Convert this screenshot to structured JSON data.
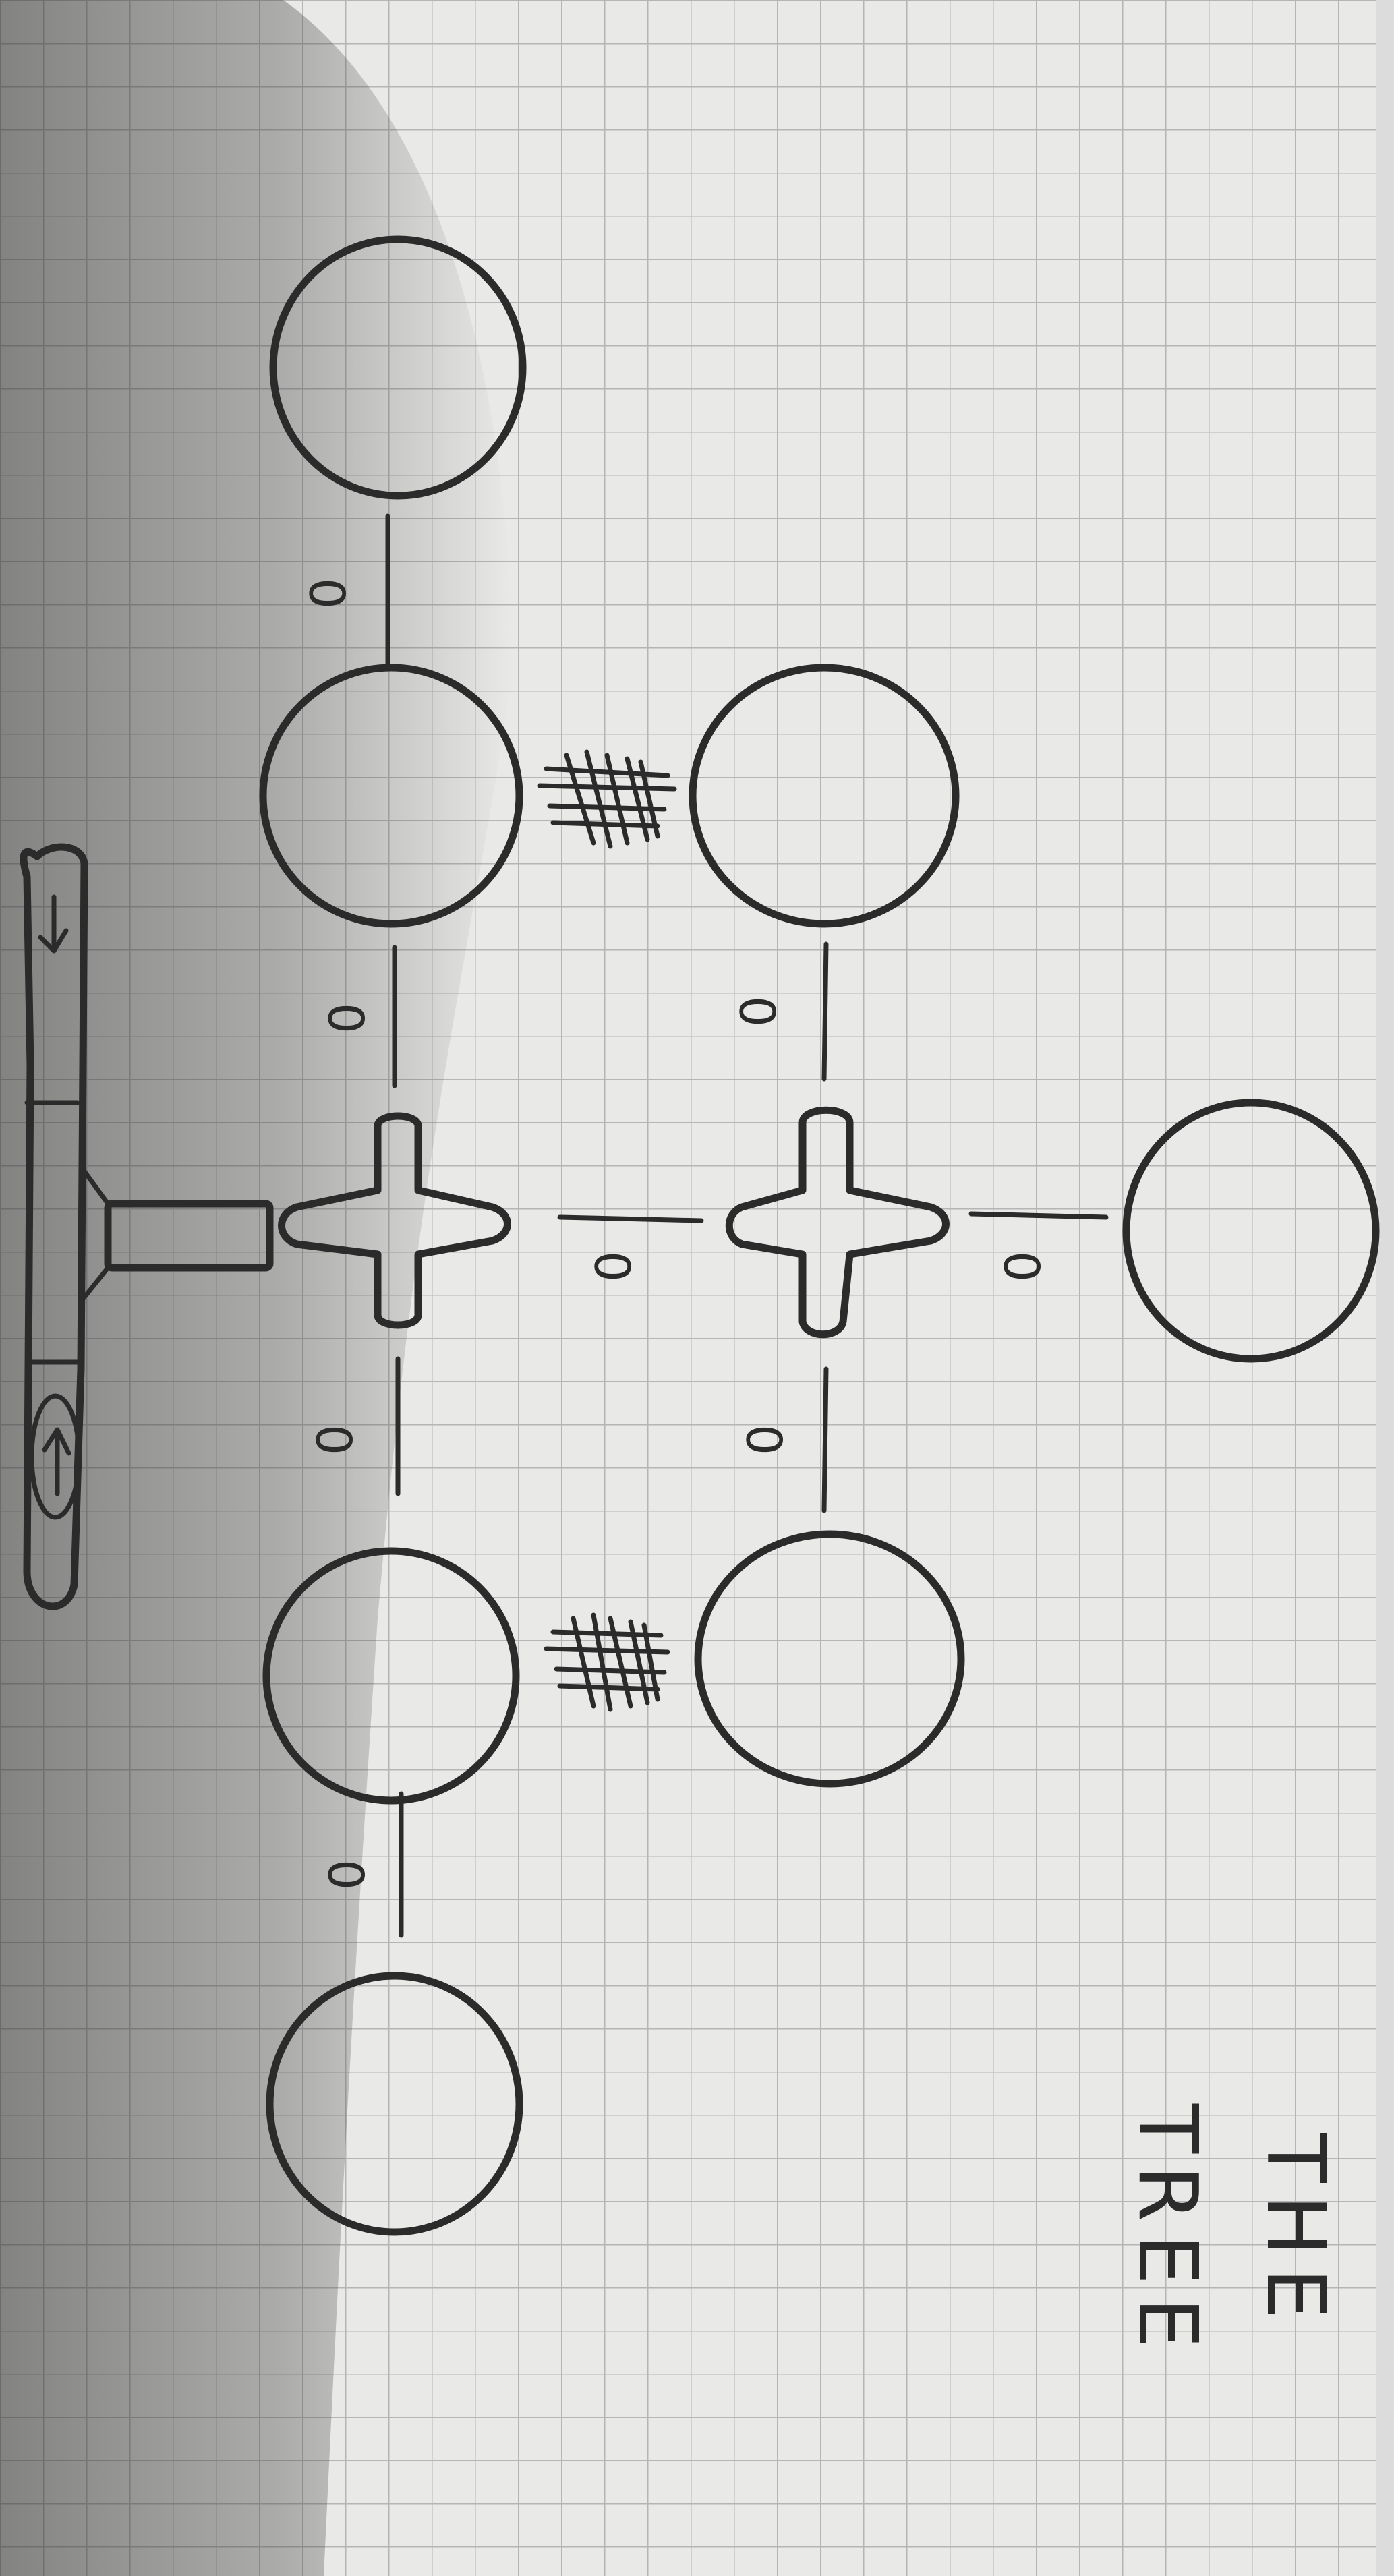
{
  "title": {
    "line1": "THE",
    "line2": "TREE"
  },
  "connector_labels": {
    "zero": "0"
  },
  "colors": {
    "paper": "#e9e9e7",
    "grid": "#b5b5b5",
    "ink": "#2b2b2b",
    "shadow": "#4a4a4a"
  },
  "icons": {
    "arrow_up": "arrow-up-icon",
    "arrow_down": "arrow-down-icon"
  }
}
